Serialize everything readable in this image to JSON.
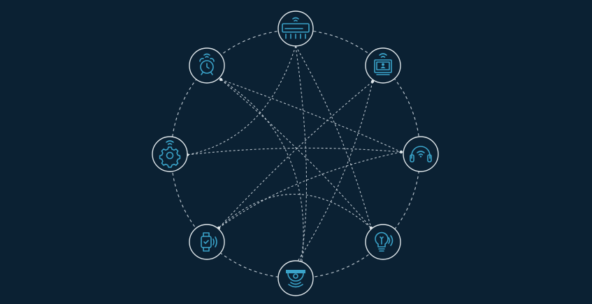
{
  "diagram": {
    "colors": {
      "background": "#0b2133",
      "line": "#c9d3da",
      "node_stroke": "#dfe6ea",
      "icon": "#3aa3c9"
    },
    "nodes": [
      {
        "id": "air-conditioner",
        "icon": "air-conditioner-icon"
      },
      {
        "id": "smart-tv",
        "icon": "smart-tv-icon"
      },
      {
        "id": "headphones",
        "icon": "headphones-icon"
      },
      {
        "id": "smart-bulb",
        "icon": "smart-bulb-icon"
      },
      {
        "id": "security-camera",
        "icon": "security-camera-icon"
      },
      {
        "id": "smartwatch",
        "icon": "smartwatch-icon"
      },
      {
        "id": "settings-gear",
        "icon": "gear-icon"
      },
      {
        "id": "alarm-clock",
        "icon": "alarm-clock-icon"
      }
    ],
    "connections": [
      [
        "alarm-clock",
        "headphones"
      ],
      [
        "alarm-clock",
        "smart-bulb"
      ],
      [
        "alarm-clock",
        "security-camera"
      ],
      [
        "air-conditioner",
        "settings-gear"
      ],
      [
        "air-conditioner",
        "smart-bulb"
      ],
      [
        "air-conditioner",
        "security-camera"
      ],
      [
        "smart-tv",
        "smartwatch"
      ],
      [
        "smart-tv",
        "security-camera"
      ],
      [
        "settings-gear",
        "headphones"
      ],
      [
        "headphones",
        "smartwatch"
      ],
      [
        "smartwatch",
        "smart-bulb"
      ]
    ]
  }
}
